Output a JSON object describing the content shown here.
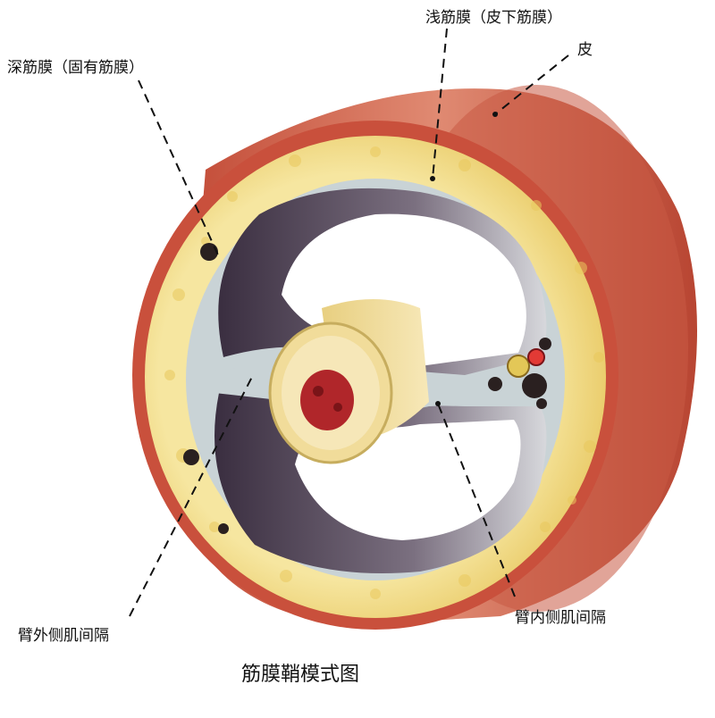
{
  "title": "筋膜鞘模式图",
  "labels": {
    "superficial_fascia": "浅筋膜（皮下筋膜）",
    "skin": "皮",
    "deep_fascia": "深筋膜（固有筋膜）",
    "lateral_septum": "臂外侧肌间隔",
    "medial_septum": "臂内侧肌间隔"
  },
  "colors": {
    "skin": "#d76a55",
    "skin_dark": "#b84532",
    "fat": "#f0d873",
    "fascia": "#c9d3d6",
    "muscle_dark": "#4a3d4e",
    "bone": "#f1dc9a",
    "marrow": "#b0262a"
  }
}
